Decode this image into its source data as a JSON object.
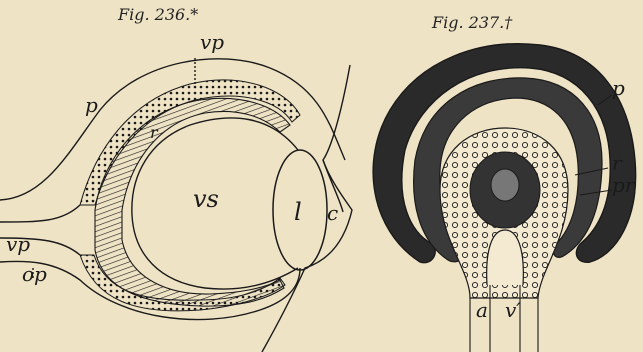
{
  "figures": [
    {
      "caption": "Fig. 236.*",
      "labels": {
        "vp_top": "vp",
        "p": "p",
        "r": "r",
        "vs": "vs",
        "l": "l",
        "c": "c",
        "vp_left": "vp",
        "op": "op"
      }
    },
    {
      "caption": "Fig. 237.†",
      "labels": {
        "p": "p",
        "r": "r",
        "pr": "pr",
        "a": "a",
        "v_prime": "v′"
      }
    }
  ],
  "colors": {
    "paper": "#efe3c6",
    "ink": "#1a1a1a"
  }
}
